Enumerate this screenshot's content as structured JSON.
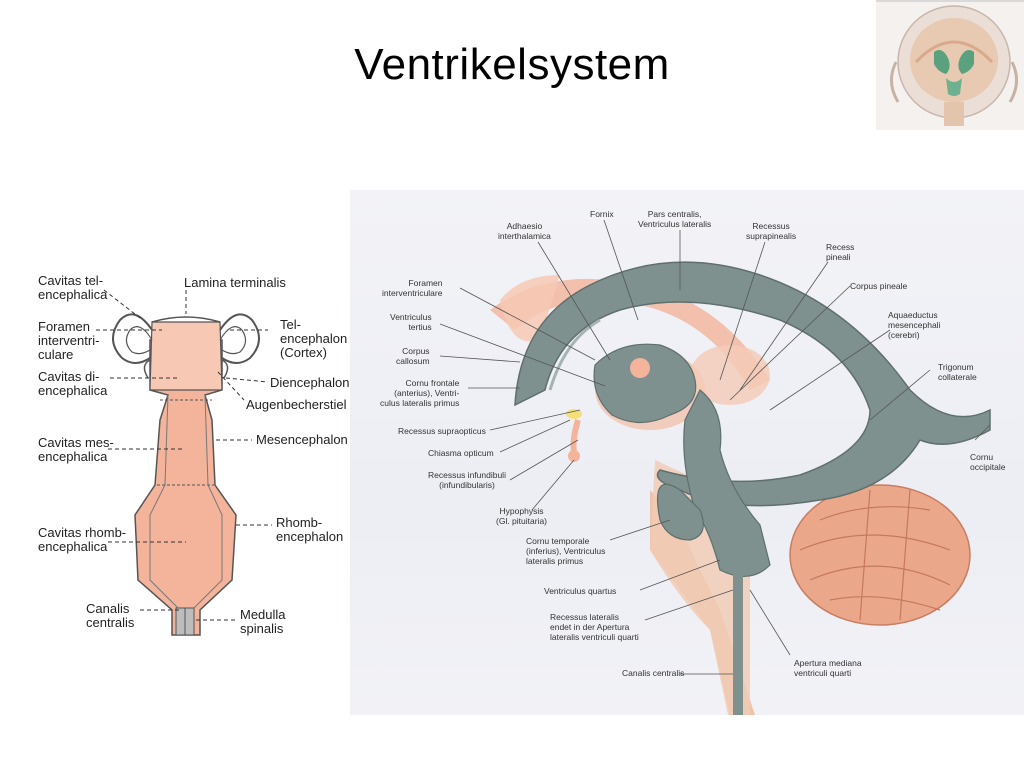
{
  "title": "Ventrikelsystem",
  "colors": {
    "ventricle": "#7f918f",
    "brain_tissue": "#efc2aa",
    "embryo_tube": "#f3b49b",
    "cerebellum": "#eaa789"
  },
  "left_labels": {
    "cavitas_tel": "Cavitas tel-\nencephalica",
    "lamina_terminalis": "Lamina terminalis",
    "foramen": "Foramen\ninterventri-\nculare",
    "telencephalon": "Tel-\nencephalon\n(Cortex)",
    "cavitas_di": "Cavitas di-\nencephalica",
    "diencephalon": "Diencephalon",
    "augenbecherstiel": "Augenbecherstiel",
    "cavitas_mes": "Cavitas mes-\nencephalica",
    "mesencephalon": "Mesencephalon",
    "cavitas_rhomb": "Cavitas rhomb-\nencephalica",
    "rhombencephalon": "Rhomb-\nencephalon",
    "canalis_centralis": "Canalis\ncentralis",
    "medulla_spinalis": "Medulla\nspinalis"
  },
  "right_labels": {
    "adhaesio": "Adhaesio\ninterthalamica",
    "fornix": "Fornix",
    "pars_centralis": "Pars centralis,\nVentriculus lateralis",
    "recessus_suprapinealis": "Recessus\nsuprapinealis",
    "recessus_pineali": "Recess\npineali",
    "corpus_pineale": "Corpus pineale",
    "foramen_interventriculare": "Foramen\ninterventriculare",
    "aquaeductus": "Aquaeductus\nmesencephali\n(cerebri)",
    "ventriculus_tertius": "Ventriculus\ntertius",
    "corpus_callosum": "Corpus\ncallosum",
    "trigonum": "Trigonum\ncollaterale",
    "cornu_frontale": "Cornu frontale\n(anterius), Ventri-\nculus lateralis primus",
    "recessus_supraopticus": "Recessus supraopticus",
    "cornu_occipitale": "Cornu\noccipitale",
    "chiasma": "Chiasma opticum",
    "recessus_infundibuli": "Recessus infundibuli\n(infundibularis)",
    "hypophysis": "Hypophysis\n(Gl. pituitaria)",
    "cornu_temporale": "Cornu temporale\n(inferius), Ventriculus\nlateralis primus",
    "ventriculus_quartus": "Ventriculus quartus",
    "recessus_lateralis": "Recessus lateralis\nendet in der Apertura\nlateralis ventriculi quarti",
    "apertura_mediana": "Apertura mediana\nventriculi quarti",
    "canalis_centralis": "Canalis centralis"
  }
}
